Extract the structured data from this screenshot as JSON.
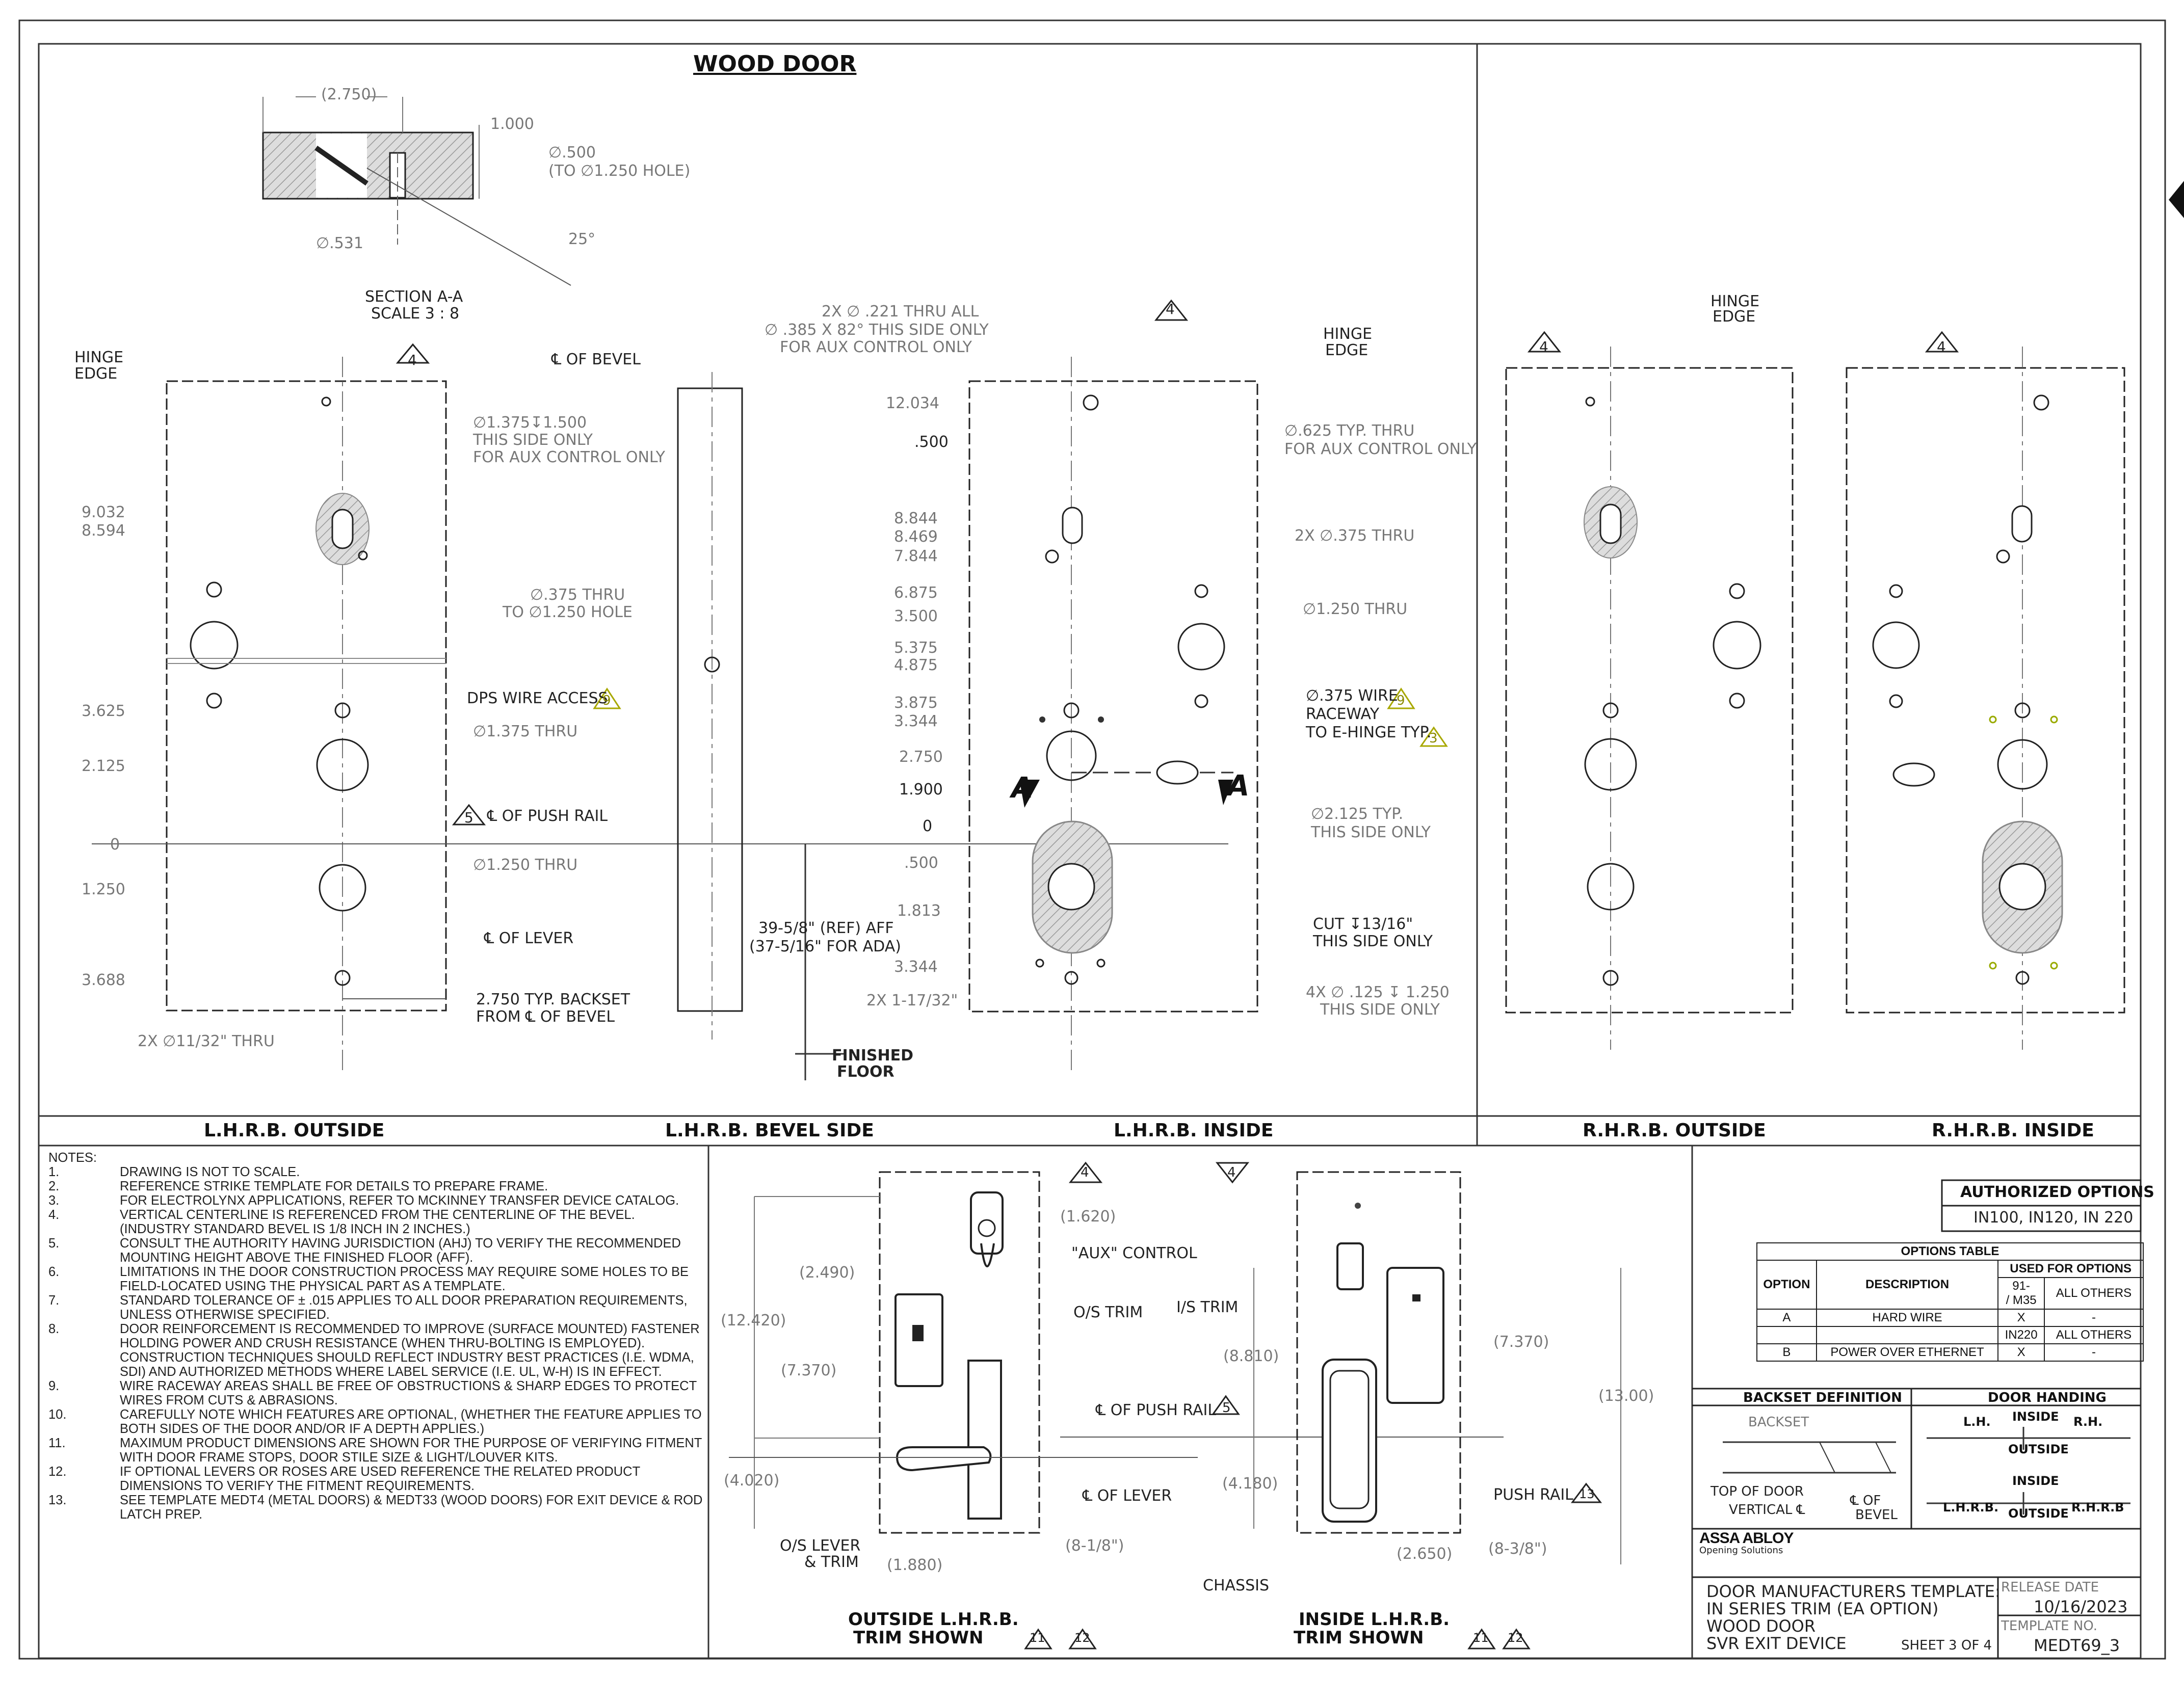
{
  "title": "WOOD DOOR",
  "section": {
    "title": "SECTION A-A",
    "scale": "SCALE 3 : 8",
    "dims": [
      "(2.750)",
      "1.000",
      "∅.500",
      "(TO ∅1.250 HOLE)",
      "∅.531",
      "25°"
    ]
  },
  "views": {
    "lhrb_outside": "L.H.R.B. OUTSIDE",
    "lhrb_bevel": "L.H.R.B. BEVEL SIDE",
    "lhrb_inside": "L.H.R.B. INSIDE",
    "rhrb_outside": "R.H.R.B. OUTSIDE",
    "rhrb_inside": "R.H.R.B. INSIDE"
  },
  "labels": {
    "hinge_edge_1": "HINGE",
    "hinge_edge_2": "EDGE",
    "cl_bevel": "℄ OF BEVEL",
    "cl_push_rail": "℄ OF PUSH RAIL",
    "cl_lever": "℄ OF LEVER",
    "dps": "DPS WIRE ACCESS",
    "backset_1": "2.750 TYP. BACKSET",
    "backset_2": "FROM ℄ OF BEVEL",
    "aff_1": "39-5/8\" (REF) AFF",
    "aff_2": "(37-5/16\" FOR ADA)",
    "floor_1": "FINISHED",
    "floor_2": "FLOOR",
    "thru_2x": "2X ∅11/32\" THRU",
    "aux_1": "∅1.375↧1.500",
    "aux_2": "THIS SIDE ONLY",
    "aux_3": "FOR AUX CONTROL ONLY",
    "thru_1375": "∅1.375 THRU",
    "thru_1250": "∅1.250 THRU",
    "thru_375_1": "∅.375 THRU",
    "thru_375_2": "TO ∅1.250 HOLE",
    "i_221_1": "2X ∅ .221 THRU ALL",
    "i_221_2": "∅ .385 X 82° THIS SIDE ONLY",
    "i_221_3": "FOR AUX CONTROL ONLY",
    "i_625_1": "∅.625 TYP. THRU",
    "i_625_2": "FOR AUX CONTROL ONLY",
    "i_375": "2X  ∅.375 THRU",
    "i_1250": "∅1.250 THRU",
    "raceway_1": "∅.375 WIRE",
    "raceway_2": "RACEWAY",
    "raceway_3": "TO E-HINGE TYP.",
    "i_2125_1": "∅2.125 TYP.",
    "i_2125_2": "THIS SIDE ONLY",
    "cut_1": "CUT ↧13/16\"",
    "cut_2": "THIS SIDE ONLY",
    "x4_1": "4X ∅ .125 ↧ 1.250",
    "x4_2": "THIS SIDE ONLY",
    "dim_500": ".500",
    "dim_2x": "2X  1-17/32\"",
    "sec_a": "A"
  },
  "outside_dims": [
    "9.032",
    "8.594",
    "3.625",
    "2.125",
    "0",
    "1.250",
    "3.688"
  ],
  "inside_dims": [
    "12.034",
    "8.844",
    "8.469",
    "7.844",
    "6.875",
    "3.500",
    "5.375",
    "4.875",
    "3.875",
    "3.344",
    "2.750",
    "1.900",
    "0",
    ".500",
    "1.813",
    "3.344"
  ],
  "rev_marks": [
    "4",
    "5",
    "9",
    "3",
    "11",
    "12",
    "13"
  ],
  "notes": {
    "heading": "NOTES:",
    "items": [
      {
        "n": "1.",
        "t": "DRAWING IS NOT TO SCALE."
      },
      {
        "n": "2.",
        "t": "REFERENCE STRIKE TEMPLATE FOR DETAILS TO PREPARE FRAME."
      },
      {
        "n": "3.",
        "t": "FOR ELECTROLYNX APPLICATIONS, REFER TO MCKINNEY TRANSFER DEVICE CATALOG."
      },
      {
        "n": "4.",
        "t": "VERTICAL CENTERLINE IS REFERENCED FROM THE CENTERLINE OF THE BEVEL. (INDUSTRY STANDARD BEVEL IS 1/8 INCH IN 2 INCHES.)"
      },
      {
        "n": "5.",
        "t": "CONSULT THE AUTHORITY HAVING JURISDICTION (AHJ) TO VERIFY THE RECOMMENDED MOUNTING HEIGHT ABOVE THE FINISHED FLOOR (AFF)."
      },
      {
        "n": "6.",
        "t": "LIMITATIONS IN THE DOOR CONSTRUCTION PROCESS MAY REQUIRE SOME HOLES TO BE FIELD-LOCATED USING THE PHYSICAL PART AS A TEMPLATE."
      },
      {
        "n": "7.",
        "t": "STANDARD TOLERANCE OF ± .015 APPLIES TO ALL DOOR PREPARATION REQUIREMENTS, UNLESS OTHERWISE SPECIFIED."
      },
      {
        "n": "8.",
        "t": "DOOR REINFORCEMENT IS RECOMMENDED TO IMPROVE (SURFACE MOUNTED) FASTENER HOLDING POWER AND CRUSH RESISTANCE (WHEN THRU-BOLTING IS EMPLOYED). CONSTRUCTION TECHNIQUES SHOULD REFLECT INDUSTRY BEST PRACTICES (I.E. WDMA, SDI) AND AUTHORIZED METHODS WHERE LABEL SERVICE (I.E. UL, W-H) IS IN EFFECT."
      },
      {
        "n": "9.",
        "t": "WIRE RACEWAY AREAS SHALL BE FREE OF OBSTRUCTIONS & SHARP EDGES TO PROTECT WIRES FROM CUTS & ABRASIONS."
      },
      {
        "n": "10.",
        "t": "CAREFULLY NOTE WHICH FEATURES ARE OPTIONAL, (WHETHER THE FEATURE APPLIES TO BOTH SIDES OF THE DOOR AND/OR IF A DEPTH APPLIES.)"
      },
      {
        "n": "11.",
        "t": "MAXIMUM PRODUCT DIMENSIONS ARE SHOWN FOR THE PURPOSE OF VERIFYING FITMENT WITH DOOR FRAME STOPS, DOOR STILE SIZE & LIGHT/LOUVER KITS."
      },
      {
        "n": "12.",
        "t": "IF OPTIONAL LEVERS OR ROSES ARE USED REFERENCE THE RELATED PRODUCT DIMENSIONS TO VERIFY THE FITMENT REQUIREMENTS."
      },
      {
        "n": "13.",
        "t": "SEE TEMPLATE MEDT4 (METAL DOORS) & MEDT33 (WOOD DOORS) FOR EXIT DEVICE & ROD LATCH PREP."
      }
    ]
  },
  "trim": {
    "outside_title_1": "OUTSIDE L.H.R.B.",
    "outside_title_2": "TRIM SHOWN",
    "inside_title_1": "INSIDE L.H.R.B.",
    "inside_title_2": "TRIM SHOWN",
    "aux_control": "\"AUX\" CONTROL",
    "os_trim": "O/S TRIM",
    "is_trim": "I/S TRIM",
    "push_rail_cl": "℄ OF PUSH RAIL",
    "lever_cl": "℄ OF LEVER",
    "os_lever_1": "O/S LEVER",
    "os_lever_2": "& TRIM",
    "push_rail": "PUSH RAIL",
    "chassis": "CHASSIS",
    "d_1620": "(1.620)",
    "d_2490": "(2.490)",
    "d_12420": "(12.420)",
    "d_7370a": "(7.370)",
    "d_4020": "(4.020)",
    "d_1880": "(1.880)",
    "d_818": "(8-1/8\")",
    "d_8810": "(8.810)",
    "d_4180": "(4.180)",
    "d_7370b": "(7.370)",
    "d_1300": "(13.00)",
    "d_2650": "(2.650)",
    "d_838": "(8-3/8\")"
  },
  "title_block": {
    "auth_title": "AUTHORIZED OPTIONS",
    "auth_values": "IN100, IN120, IN 220",
    "options_table": {
      "title": "OPTIONS TABLE",
      "used_for": "USED FOR OPTIONS",
      "h_option": "OPTION",
      "h_desc": "DESCRIPTION",
      "c_91": "91-",
      "c_m35": "/ M35",
      "c_all_others": "ALL OTHERS",
      "rows": [
        {
          "opt": "A",
          "desc": "HARD WIRE",
          "a": "X",
          "b": "-"
        },
        {
          "opt": "",
          "desc": "",
          "a": "IN220",
          "b": "ALL OTHERS"
        },
        {
          "opt": "B",
          "desc": "POWER OVER ETHERNET",
          "a": "X",
          "b": "-"
        }
      ]
    },
    "backset_def": "BACKSET DEFINITION",
    "door_handing": "DOOR HANDING",
    "backset": "BACKSET",
    "top_of_door": "TOP OF DOOR",
    "vertical_cl": "VERTICAL ℄",
    "cl_of_bevel_1": "℄ OF",
    "cl_of_bevel_2": "BEVEL",
    "lh": "L.H.",
    "rh": "R.H.",
    "inside": "INSIDE",
    "outside": "OUTSIDE",
    "lhrb": "L.H.R.B.",
    "rhrb": "R.H.R.B",
    "brand": "ASSA ABLOY",
    "brand_sub": "Opening Solutions",
    "doc_1": "DOOR MANUFACTURERS TEMPLATE:",
    "doc_2": "IN SERIES TRIM (EA OPTION)",
    "doc_3": "WOOD DOOR",
    "doc_4": "SVR EXIT DEVICE",
    "sheet": "SHEET 3 OF 4",
    "release_label": "RELEASE  DATE",
    "release_date": "10/16/2023",
    "template_label": "TEMPLATE  NO.",
    "template_no": "MEDT69_3"
  }
}
